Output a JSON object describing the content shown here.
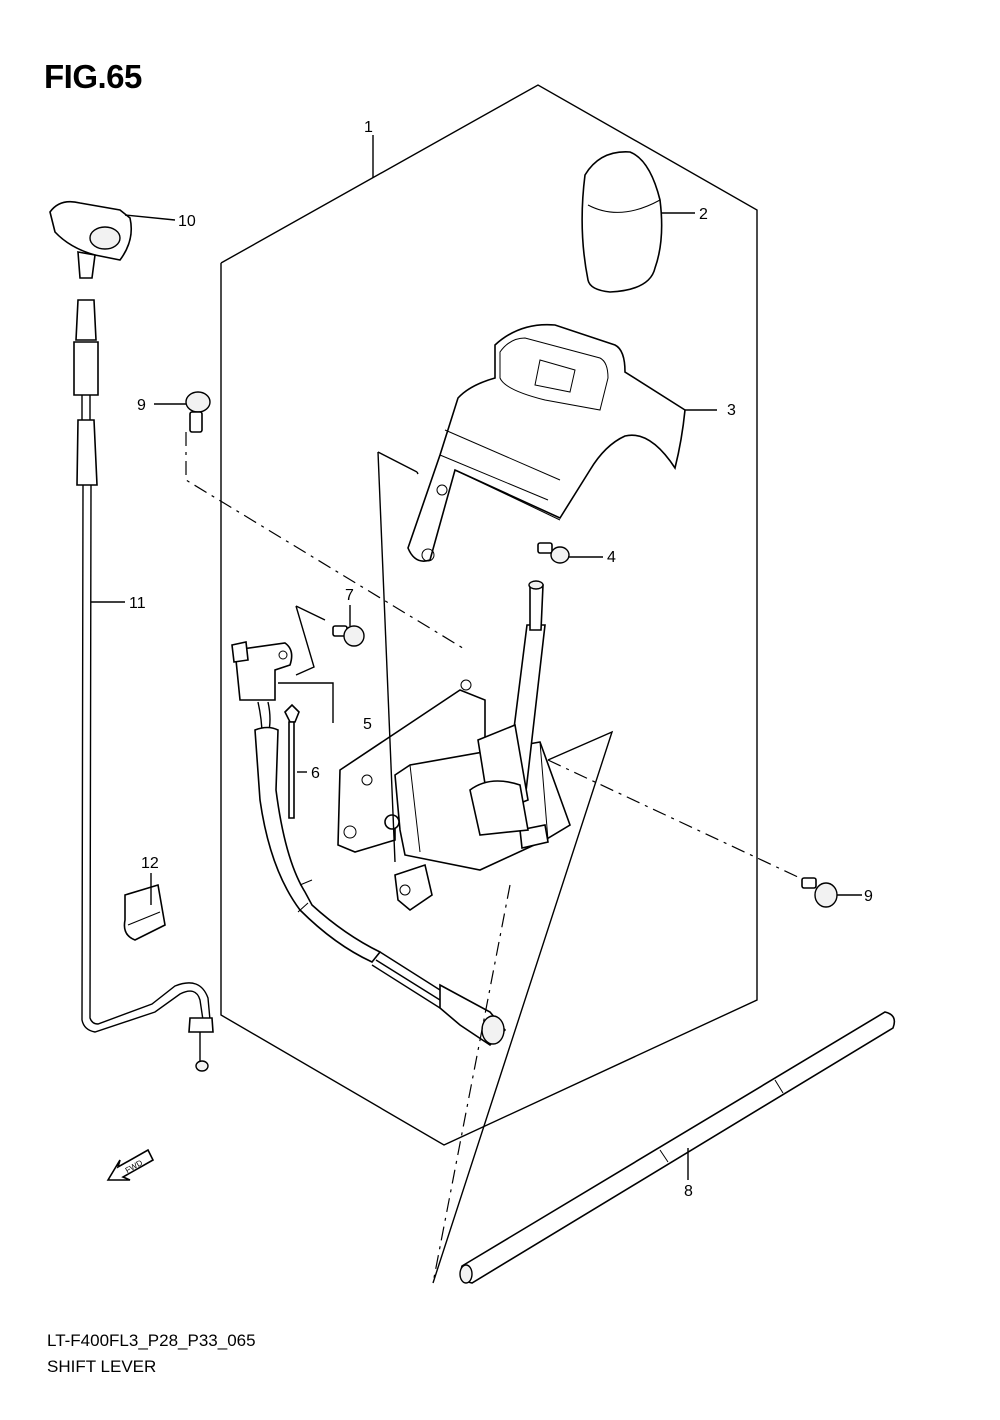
{
  "figure": {
    "title": "FIG.65",
    "code": "LT-F400FL3_P28_P33_065",
    "name": "SHIFT LEVER",
    "fwd_label": "FWD"
  },
  "callouts": [
    "1",
    "2",
    "3",
    "4",
    "5",
    "6",
    "7",
    "8",
    "9",
    "9",
    "10",
    "11",
    "12"
  ]
}
